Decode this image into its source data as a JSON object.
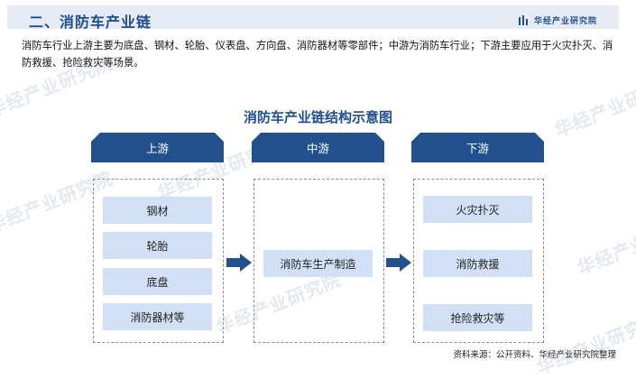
{
  "header": {
    "title": "二、消防车产业链",
    "brand": "华经产业研究院"
  },
  "intro": "消防车行业上游主要为底盘、钢材、轮胎、仪表盘、方向盘、消防器材等零部件；中游为消防车行业；下游主要应用于火灾扑灭、消防救援、抢险救灾等场景。",
  "diagram": {
    "title": "消防车产业链结构示意图",
    "stages": [
      {
        "label": "上游",
        "items": [
          "钢材",
          "轮胎",
          "底盘",
          "消防器材等"
        ]
      },
      {
        "label": "中游",
        "items": [
          "消防车生产制造"
        ]
      },
      {
        "label": "下游",
        "items": [
          "火灾扑灭",
          "消防救援",
          "抢险救灾等"
        ]
      }
    ]
  },
  "watermark": "华经产业研究院",
  "source": "资料来源：公开资料、华经产业研究院整理",
  "colors": {
    "primary": "#21508c",
    "item_fill": "#d1e0f5",
    "header_bar": "#e6ebf3"
  }
}
